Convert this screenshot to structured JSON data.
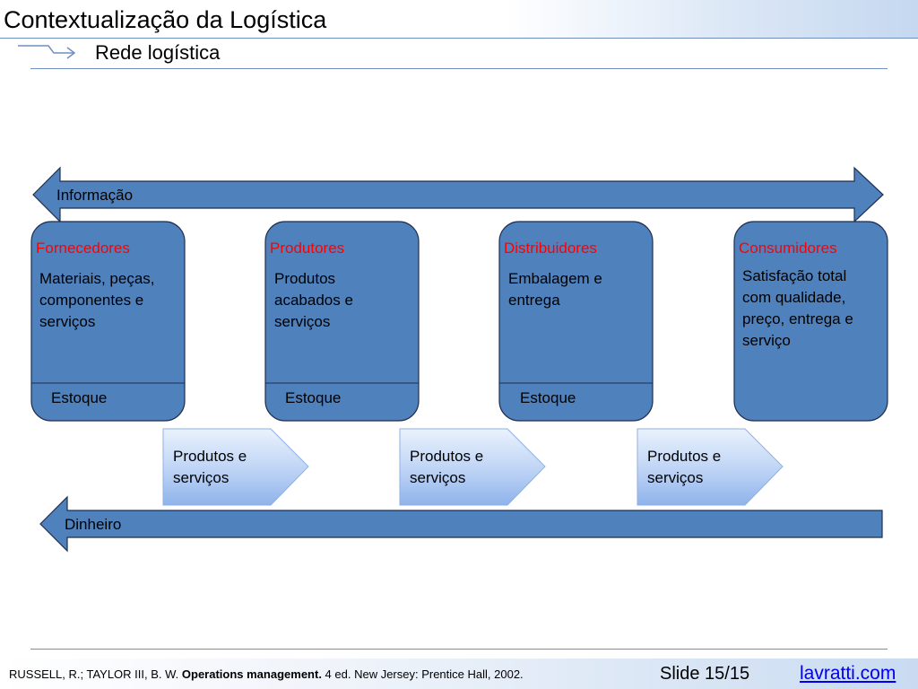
{
  "header": {
    "title": "Contextualização da Logística",
    "subtitle": "Rede logística"
  },
  "diagram": {
    "info_arrow_label": "Informação",
    "money_arrow_label": "Dinheiro",
    "boxes": [
      {
        "title": "Fornecedores",
        "lines": [
          "Materiais, peças,",
          "componentes e",
          "serviços"
        ],
        "stock": "Estoque"
      },
      {
        "title": "Produtores",
        "lines": [
          "Produtos",
          "acabados e",
          "serviços"
        ],
        "stock": "Estoque"
      },
      {
        "title": "Distribuidores",
        "lines": [
          "Embalagem e",
          "entrega"
        ],
        "stock": "Estoque"
      },
      {
        "title": "Consumidores",
        "lines": [
          "Satisfação total",
          "com qualidade,",
          "preço, entrega e",
          "serviço"
        ]
      }
    ],
    "flows": [
      {
        "lines": [
          "Produtos e",
          "serviços"
        ]
      },
      {
        "lines": [
          "Produtos e",
          "serviços"
        ]
      },
      {
        "lines": [
          "Produtos e",
          "serviços"
        ]
      }
    ],
    "colors": {
      "box_fill": "#4f81bd",
      "box_stroke": "#1f2f4f",
      "box_title": "#ff0000"
    }
  },
  "footer": {
    "ref_prefix": "RUSSELL, R.; TAYLOR III, B. W. ",
    "ref_title": "Operations management.",
    "ref_suffix": " 4 ed. New Jersey: Prentice Hall, 2002.",
    "slide": "Slide 15/15",
    "site": "lavratti.com"
  }
}
